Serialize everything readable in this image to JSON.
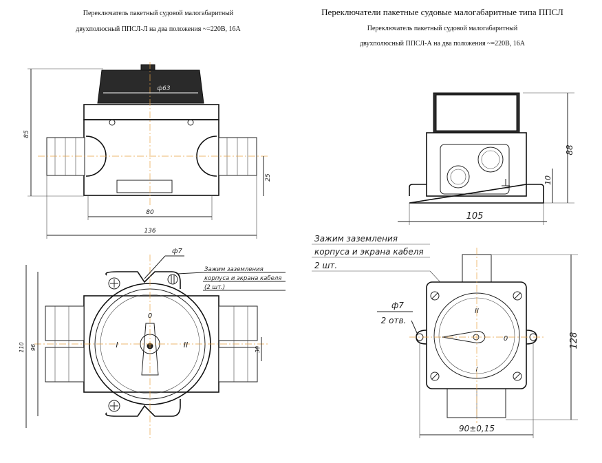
{
  "titles": {
    "left_line1": "Переключатель пакетный судовой малогабаритный",
    "left_line2": "двухполюсный ППСЛ-Л на два положения ~=220В, 16А",
    "right_main": "Переключатели пакетные судовые малогабаритные типа ППСЛ",
    "right_line1": "Переключатель пакетный судовой малогабаритный",
    "right_line2": "двухполюсный ППСЛ-А на два положения ~=220В, 16А"
  },
  "left_front": {
    "dim_height": "85",
    "dim_cap": "ф63",
    "dim_inner": "80",
    "dim_total": "136",
    "dim_gland": "25"
  },
  "left_top": {
    "dim_outer": "110",
    "dim_inner": "96",
    "dim_gland": "30",
    "dim_hole": "ф7",
    "note": [
      "Зажим заземления",
      "корпуса и экрана кабеля",
      "(2 шт.)"
    ],
    "pos_left": "I",
    "pos_right": "II",
    "pos_top": "0"
  },
  "right_front": {
    "dim_height": "88",
    "dim_foot": "10",
    "dim_width": "105"
  },
  "right_top": {
    "dim_height": "128",
    "dim_width": "90±0,15",
    "hole_dia": "ф7",
    "hole_count": "2 отв.",
    "note": [
      "Зажим заземления",
      "корпуса и экрана кабеля",
      "2 шт."
    ],
    "pos_top": "II",
    "pos_right": "0",
    "pos_bottom": "I"
  }
}
